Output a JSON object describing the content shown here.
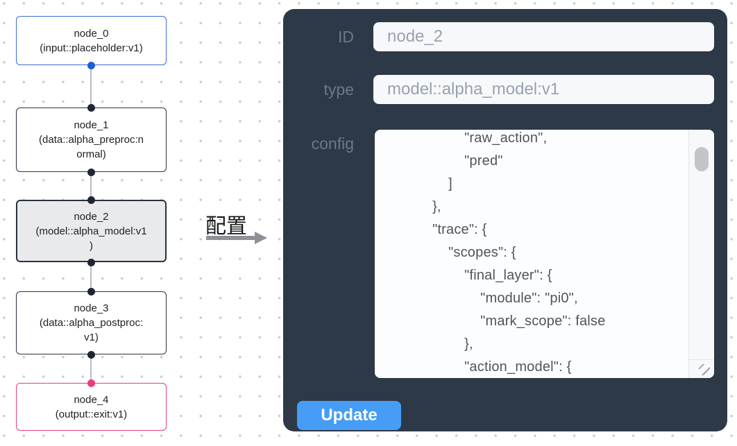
{
  "graph": {
    "nodes": [
      {
        "kind": "input",
        "label_lines": [
          "node_0",
          "(input::placeholder:v1)"
        ]
      },
      {
        "kind": "default",
        "label_lines": [
          "node_1",
          "(data::alpha_preproc:n",
          "ormal)"
        ]
      },
      {
        "kind": "selected",
        "label_lines": [
          "node_2",
          "(model::alpha_model:v1",
          ")"
        ]
      },
      {
        "kind": "default",
        "label_lines": [
          "node_3",
          "(data::alpha_postproc:",
          "v1)"
        ]
      },
      {
        "kind": "output",
        "label_lines": [
          "node_4",
          "(output::exit:v1)"
        ]
      }
    ]
  },
  "transition": {
    "label": "配置"
  },
  "panel": {
    "fields": [
      {
        "label": "ID",
        "value": "node_2"
      },
      {
        "label": "type",
        "value": "model::alpha_model:v1"
      }
    ],
    "config": {
      "label": "config",
      "lines": [
        "                    \"raw_action\",",
        "                    \"pred\"",
        "                ]",
        "            },",
        "            \"trace\": {",
        "                \"scopes\": {",
        "                    \"final_layer\": {",
        "                        \"module\": \"pi0\",",
        "                        \"mark_scope\": false",
        "                    },",
        "                    \"action_model\": {"
      ]
    },
    "update_label": "Update"
  },
  "colors": {
    "panel_bg": "#2e3947",
    "label_text": "#6d7787",
    "field_bg": "#f7f8fa",
    "field_text": "#98a1ae",
    "code_text": "#4f545c",
    "update_bg": "#459df6",
    "update_text": "#ffffff",
    "node_input_border": "#3d6bd2",
    "node_default_border": "#2a3140",
    "node_output_border": "#e83a7e",
    "node_selected_fill": "#e9eaec",
    "port_input": "#1f5fd6",
    "port_default": "#1f2632",
    "port_output": "#f03a7d",
    "arrow": "#8e9196",
    "grid_dot": "#c9ccd2"
  }
}
